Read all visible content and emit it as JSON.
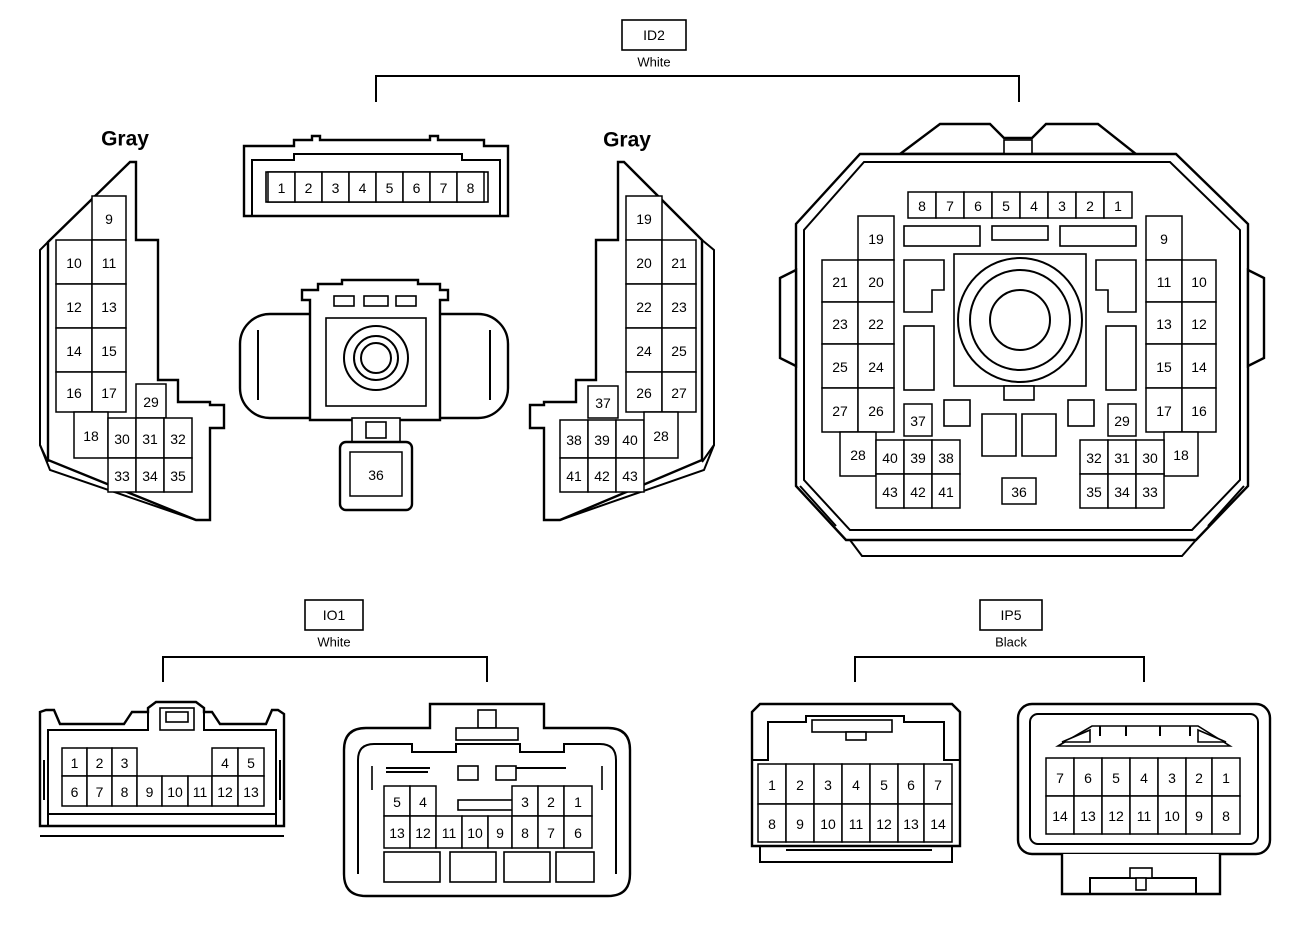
{
  "connectors": {
    "id2": {
      "code": "ID2",
      "color": "White",
      "left_label": "Gray",
      "right_label": "Gray"
    },
    "io1": {
      "code": "IO1",
      "color": "White"
    },
    "ip5": {
      "code": "IP5",
      "color": "Black"
    }
  },
  "pins": {
    "grayL": [
      "9",
      "10",
      "11",
      "12",
      "13",
      "14",
      "15",
      "16",
      "17",
      "18",
      "29",
      "30",
      "31",
      "32",
      "33",
      "34",
      "35"
    ],
    "strip8": [
      "1",
      "2",
      "3",
      "4",
      "5",
      "6",
      "7",
      "8"
    ],
    "center": [
      "36"
    ],
    "grayR": [
      "19",
      "20",
      "21",
      "22",
      "23",
      "24",
      "25",
      "26",
      "27",
      "37",
      "38",
      "39",
      "40",
      "28",
      "41",
      "42",
      "43"
    ],
    "big": [
      "8",
      "7",
      "6",
      "5",
      "4",
      "3",
      "2",
      "1",
      "19",
      "9",
      "21",
      "20",
      "11",
      "10",
      "23",
      "22",
      "13",
      "12",
      "25",
      "24",
      "15",
      "14",
      "27",
      "26",
      "17",
      "16",
      "37",
      "29",
      "28",
      "18",
      "40",
      "39",
      "38",
      "32",
      "31",
      "30",
      "43",
      "42",
      "41",
      "35",
      "34",
      "33",
      "36"
    ],
    "io1a": [
      "1",
      "2",
      "3",
      "4",
      "5",
      "6",
      "7",
      "8",
      "9",
      "10",
      "11",
      "12",
      "13"
    ],
    "io1b": [
      "5",
      "4",
      "3",
      "2",
      "1",
      "13",
      "12",
      "11",
      "10",
      "9",
      "8",
      "7",
      "6"
    ],
    "ip5a": [
      "1",
      "2",
      "3",
      "4",
      "5",
      "6",
      "7",
      "8",
      "9",
      "10",
      "11",
      "12",
      "13",
      "14"
    ],
    "ip5b": [
      "7",
      "6",
      "5",
      "4",
      "3",
      "2",
      "1",
      "14",
      "13",
      "12",
      "11",
      "10",
      "9",
      "8"
    ]
  },
  "colors": {
    "line": "#000000",
    "fill": "#ffffff"
  }
}
